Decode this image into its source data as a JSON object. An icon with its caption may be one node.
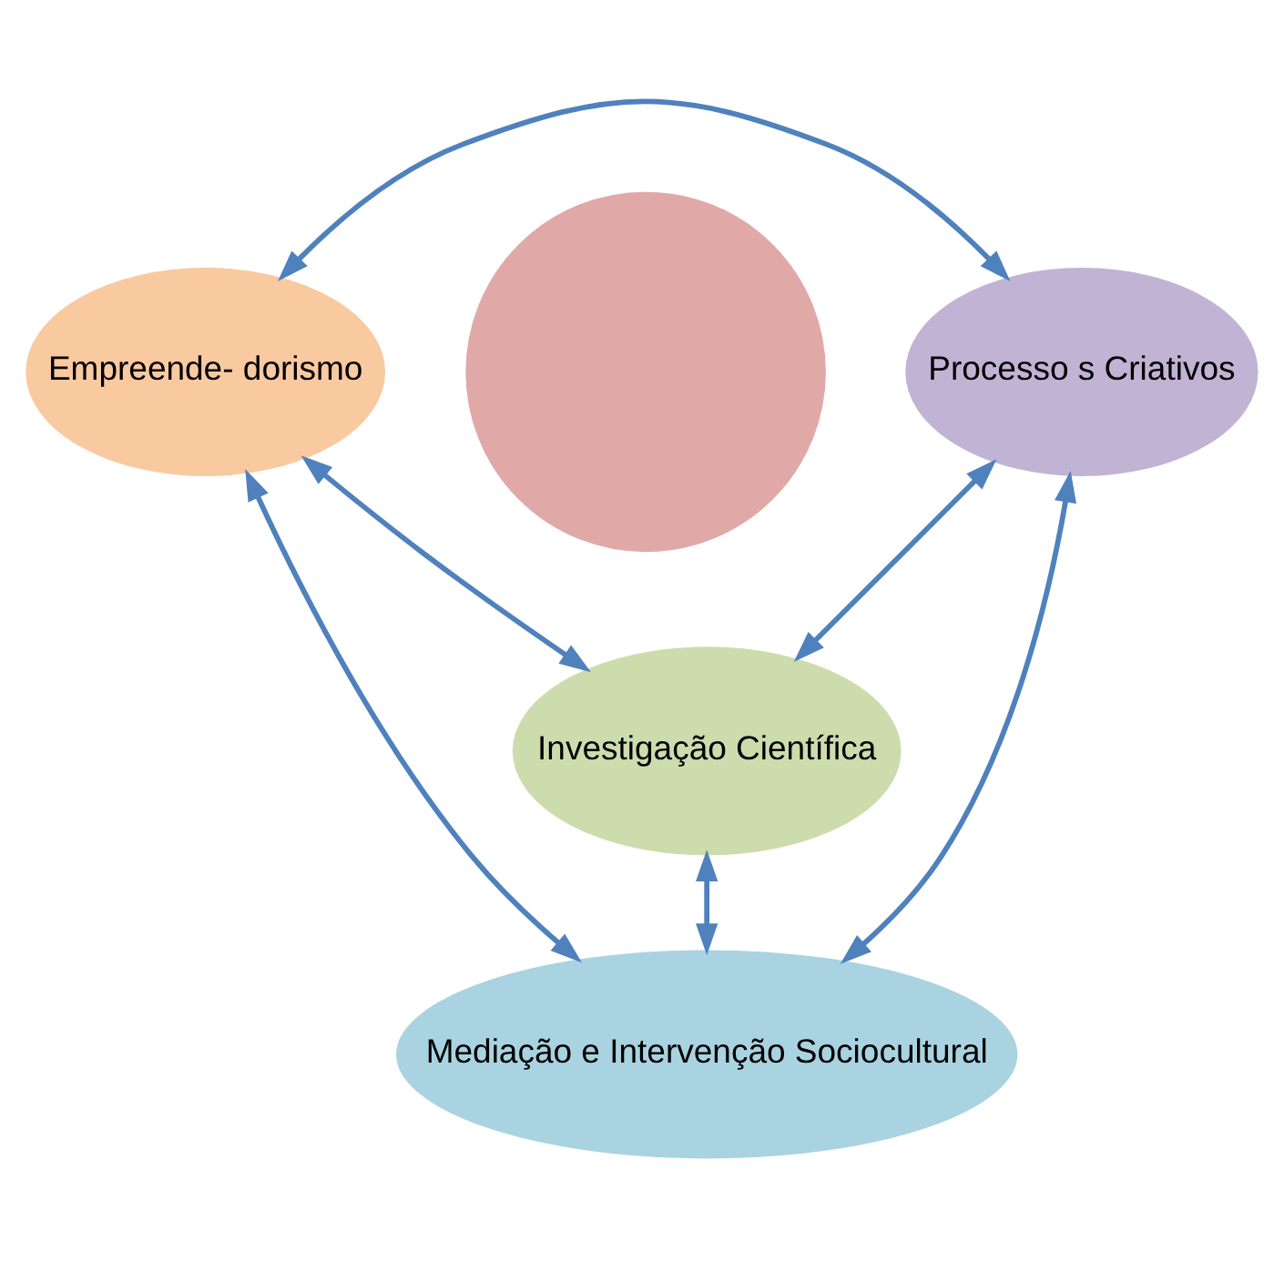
{
  "diagram": {
    "nodes": [
      {
        "text": [],
        "shape": "circle"
      },
      {
        "text": [
          "Investigação Científica"
        ]
      },
      {
        "text": [
          "Empreende- dorismo"
        ]
      },
      {
        "text": [
          "Processo s Criativos"
        ]
      },
      {
        "text": [
          "Mediação e Intervenção Sociocultural"
        ]
      }
    ],
    "edges": [
      {
        "from": 2,
        "to": 1,
        "arrow": "both"
      },
      {
        "from": 1,
        "to": 3,
        "arrow": "both"
      },
      {
        "from": 1,
        "to": 4,
        "arrow": "both"
      },
      {
        "from": 2,
        "to": 3,
        "arrow": "both"
      },
      {
        "from": 2,
        "to": 4,
        "arrow": "both"
      },
      {
        "from": 4,
        "to": 3,
        "arrow": "both"
      }
    ]
  }
}
